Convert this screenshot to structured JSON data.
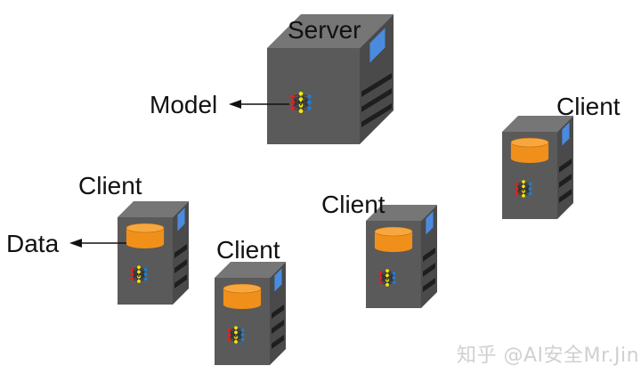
{
  "labels": {
    "server": "Server",
    "model": "Model",
    "data": "Data",
    "client": "Client"
  },
  "nodes": [
    {
      "id": "server",
      "role": "server",
      "has_database": false,
      "has_model": true
    },
    {
      "id": "client-1",
      "role": "client",
      "has_database": true,
      "has_model": true
    },
    {
      "id": "client-2",
      "role": "client",
      "has_database": true,
      "has_model": true
    },
    {
      "id": "client-3",
      "role": "client",
      "has_database": true,
      "has_model": true
    },
    {
      "id": "client-4",
      "role": "client",
      "has_database": true,
      "has_model": true
    }
  ],
  "colors": {
    "case_front": "#5a5a5a",
    "case_top": "#767676",
    "case_side": "#4a4a4a",
    "slot": "#1e1e1e",
    "indicator": "#4a8be0",
    "database": "#f0901a",
    "database_top": "#f7a740",
    "neuron_input": "#e81e1e",
    "neuron_hidden": "#f2e600",
    "neuron_output": "#1a7fd6"
  },
  "watermark": "知乎 @AI安全Mr.Jin"
}
